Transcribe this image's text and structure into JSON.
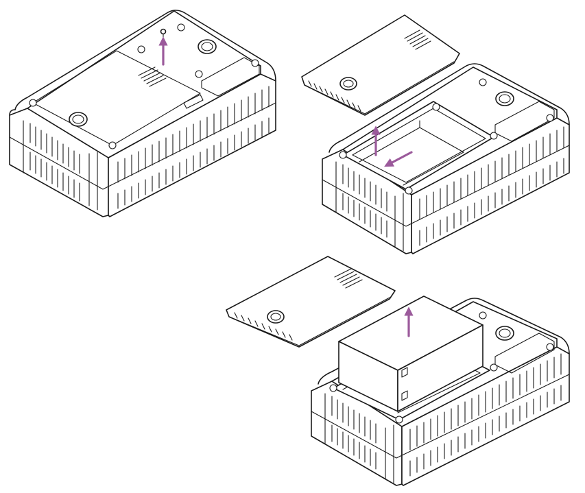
{
  "figure": {
    "steps": [
      {
        "id": "step-1",
        "action": "remove-screw",
        "arrow_direction": "up"
      },
      {
        "id": "step-2",
        "action": "slide-and-lift-cover",
        "arrow_direction": [
          "up",
          "down-left"
        ]
      },
      {
        "id": "step-3",
        "action": "lift-out-battery",
        "arrow_direction": "up"
      }
    ],
    "colors": {
      "line": "#1a1a1a",
      "background": "#ffffff",
      "arrow": "#9b5a9b"
    }
  }
}
